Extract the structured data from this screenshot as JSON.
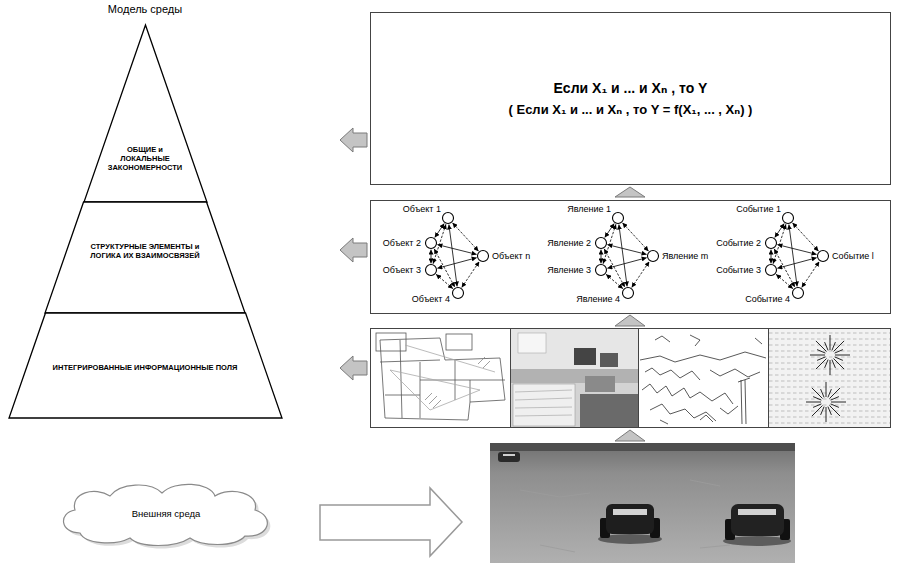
{
  "diagram": {
    "title": "Модель среды",
    "nodes": [
      {
        "text": [
          "ОБЩИЕ и ЛОКАЛЬНЫЕ ЗАКОНОМЕРНОСТИ"
        ]
      },
      {
        "text": [
          "СТРУКТУРНЫЕ ЭЛЕМЕНТЫ и ЛОГИКА ИХ ВЗАИМОСВЯЗЕЙ"
        ]
      },
      {
        "text": [
          "ИНТЕГРИРОВАННЫЕ ИНФОРМАЦИОННЫЕ ПОЛЯ"
        ]
      },
      {
        "text": [
          "Если X₁ и ... и Xₙ , то Y",
          "( Если X₁ и ... и Xₙ , то Y = f(X₁, ... , Xₙ) )"
        ]
      },
      {
        "text": [
          "Объект 1"
        ]
      },
      {
        "text": [
          "Объект 2"
        ]
      },
      {
        "text": [
          "Объект 3"
        ]
      },
      {
        "text": [
          "Объект 4"
        ]
      },
      {
        "text": [
          "Объект n"
        ]
      },
      {
        "text": [
          "Явление 1"
        ]
      },
      {
        "text": [
          "Явление 2"
        ]
      },
      {
        "text": [
          "Явление 3"
        ]
      },
      {
        "text": [
          "Явление 4"
        ]
      },
      {
        "text": [
          "Явление m"
        ]
      },
      {
        "text": [
          "Событие 1"
        ]
      },
      {
        "text": [
          "Событие 2"
        ]
      },
      {
        "text": [
          "Событие 3"
        ]
      },
      {
        "text": [
          "Событие 4"
        ]
      },
      {
        "text": [
          "Событие l"
        ]
      },
      {
        "text": [
          "Внешняя среда"
        ]
      }
    ],
    "edges": [
      {
        "from": 4,
        "to": 5,
        "arrow": "both"
      },
      {
        "from": 4,
        "to": 6,
        "arrow": "both"
      },
      {
        "from": 4,
        "to": 7,
        "arrow": "both"
      },
      {
        "from": 4,
        "to": 8,
        "arrow": "both"
      },
      {
        "from": 5,
        "to": 6,
        "arrow": "both"
      },
      {
        "from": 5,
        "to": 7,
        "arrow": "both"
      },
      {
        "from": 5,
        "to": 8,
        "arrow": "both"
      },
      {
        "from": 6,
        "to": 7,
        "arrow": "both"
      },
      {
        "from": 6,
        "to": 8,
        "arrow": "both"
      },
      {
        "from": 7,
        "to": 8,
        "arrow": "both"
      },
      {
        "from": 9,
        "to": 10,
        "arrow": "both"
      },
      {
        "from": 9,
        "to": 11,
        "arrow": "both"
      },
      {
        "from": 9,
        "to": 12,
        "arrow": "both"
      },
      {
        "from": 9,
        "to": 13,
        "arrow": "both"
      },
      {
        "from": 10,
        "to": 11,
        "arrow": "both"
      },
      {
        "from": 10,
        "to": 12,
        "arrow": "both"
      },
      {
        "from": 10,
        "to": 13,
        "arrow": "both"
      },
      {
        "from": 11,
        "to": 12,
        "arrow": "both"
      },
      {
        "from": 11,
        "to": 13,
        "arrow": "both"
      },
      {
        "from": 12,
        "to": 13,
        "arrow": "both"
      },
      {
        "from": 14,
        "to": 15,
        "arrow": "both"
      },
      {
        "from": 14,
        "to": 16,
        "arrow": "both"
      },
      {
        "from": 14,
        "to": 17,
        "arrow": "both"
      },
      {
        "from": 14,
        "to": 18,
        "arrow": "both"
      },
      {
        "from": 15,
        "to": 16,
        "arrow": "both"
      },
      {
        "from": 15,
        "to": 17,
        "arrow": "both"
      },
      {
        "from": 15,
        "to": 18,
        "arrow": "both"
      },
      {
        "from": 16,
        "to": 17,
        "arrow": "both"
      },
      {
        "from": 16,
        "to": 18,
        "arrow": "both"
      },
      {
        "from": 17,
        "to": 18,
        "arrow": "both"
      }
    ]
  }
}
